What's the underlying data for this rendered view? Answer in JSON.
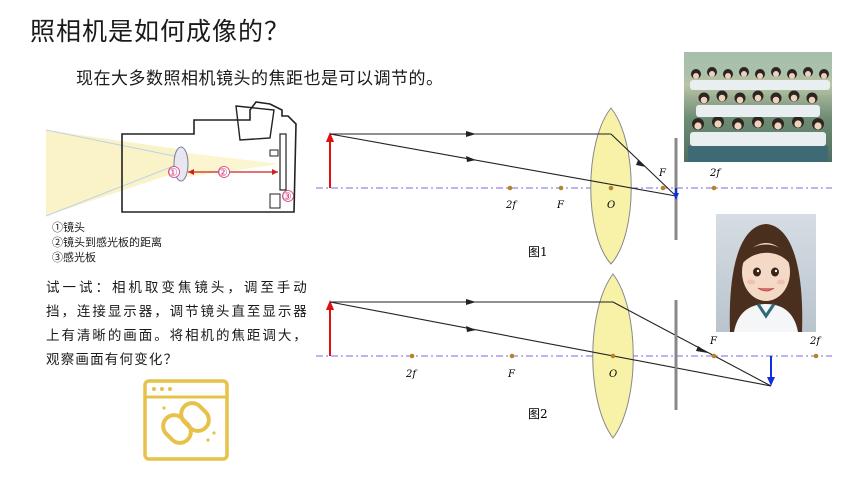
{
  "title": "照相机是如何成像的？",
  "subtitle": "现在大多数照相机镜头的焦距也是可以调节的。",
  "camera": {
    "markers": [
      "①",
      "②",
      "③"
    ],
    "legend": [
      "①镜头",
      "②镜头到感光板的距离",
      "③感光板"
    ]
  },
  "figure1": {
    "caption": "图1",
    "labels": {
      "two_f_left": "2f",
      "f_left": "F",
      "center": "O",
      "f_right": "F",
      "two_f_right": "2f"
    }
  },
  "figure2": {
    "caption": "图2",
    "labels": {
      "two_f_left": "2f",
      "f_left": "F",
      "center": "O",
      "f_right": "F",
      "two_f_right": "2f"
    }
  },
  "try_text": "试一试：相机取变焦镜头，调至手动挡，连接显示器，调节镜头直至显示器上有清晰的画面。将相机的焦距调大，观察画面有何变化？",
  "colors": {
    "lens_fill": "#f7f2a8",
    "object_arrow": "#e01010",
    "image_arrow": "#1030e0",
    "axis": "#7a6ad6",
    "focal_dot": "#b5832a",
    "icon": "#e6c24a"
  },
  "icons": {
    "browser_link": "browser-link-icon"
  }
}
